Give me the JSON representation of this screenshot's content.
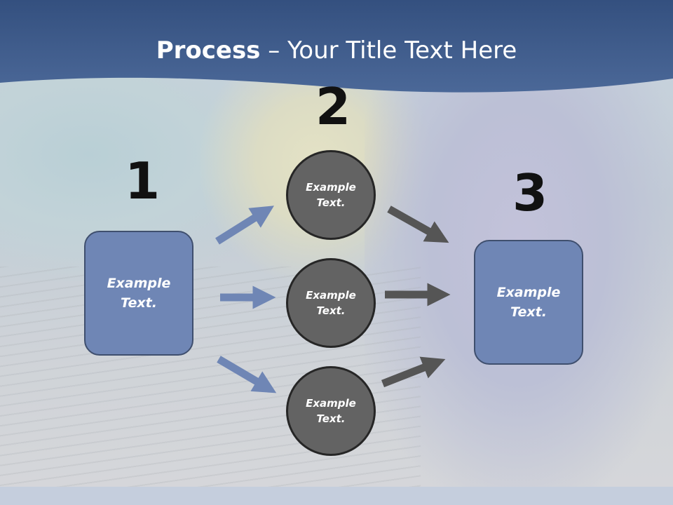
{
  "title": {
    "bold": "Process",
    "rest": " – Your Title Text Here"
  },
  "steps": [
    {
      "number": "1",
      "label": "Example Text."
    },
    {
      "number": "2",
      "label": "Example Text."
    },
    {
      "number": "3",
      "label": "Example Text."
    }
  ],
  "circles": [
    {
      "label": "Example Text."
    },
    {
      "label": "Example Text."
    },
    {
      "label": "Example Text."
    }
  ],
  "colors": {
    "header": "#3f5a8c",
    "box_fill": "#6f86b5",
    "circle_fill": "#636363",
    "blue_arrow": "#6f86b5",
    "gray_arrow": "#555555"
  }
}
